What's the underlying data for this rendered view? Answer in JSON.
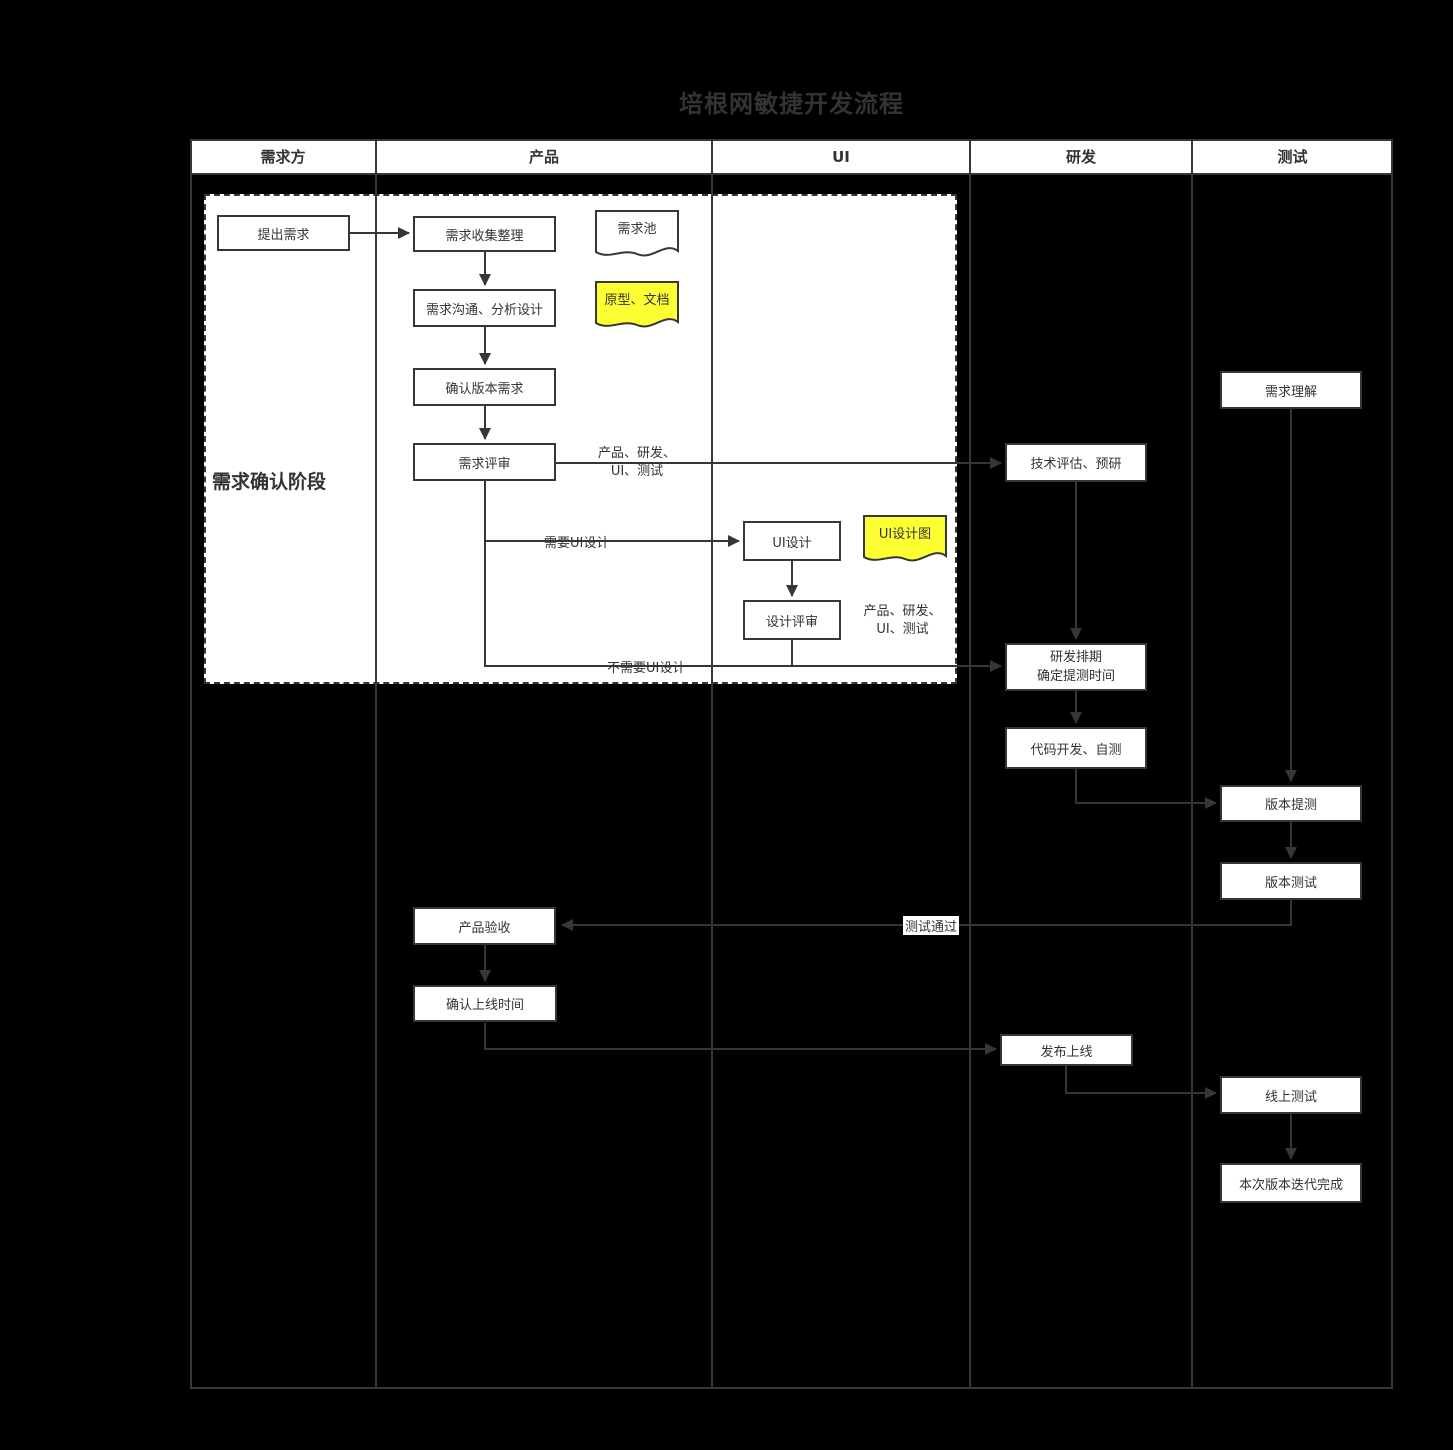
{
  "title": "培根网敏捷开发流程",
  "lanes": [
    "需求方",
    "产品",
    "UI",
    "研发",
    "测试"
  ],
  "phase": {
    "label": "需求确认阶段"
  },
  "nodes": {
    "propose": "提出需求",
    "collect": "需求收集整理",
    "analyze": "需求沟通、分析设计",
    "confirm_version": "确认版本需求",
    "review": "需求评审",
    "ui_design": "UI设计",
    "design_review": "设计评审",
    "tech_eval": "技术评估、预研",
    "schedule": "研发排期\n确定提测时间",
    "coding": "代码开发、自测",
    "understand": "需求理解",
    "submit_test": "版本提测",
    "version_test": "版本测试",
    "acceptance": "产品验收",
    "confirm_launch": "确认上线时间",
    "release": "发布上线",
    "online_test": "线上测试",
    "iteration_done": "本次版本迭代完成"
  },
  "artifacts": {
    "req_pool": "需求池",
    "prototype_doc": "原型、文档",
    "ui_mockup": "UI设计图",
    "participants1": "产品、研发、UI、测试",
    "participants2": "产品、研发、UI、测试"
  },
  "edge_labels": {
    "need_ui": "需要UI设计",
    "no_ui": "不需要UI设计",
    "test_passed": "测试通过"
  },
  "colors": {
    "background": "#000000",
    "line": "#363636",
    "box_fill": "#ffffff",
    "text": "#333333",
    "highlight_yellow": "#fdff33"
  }
}
